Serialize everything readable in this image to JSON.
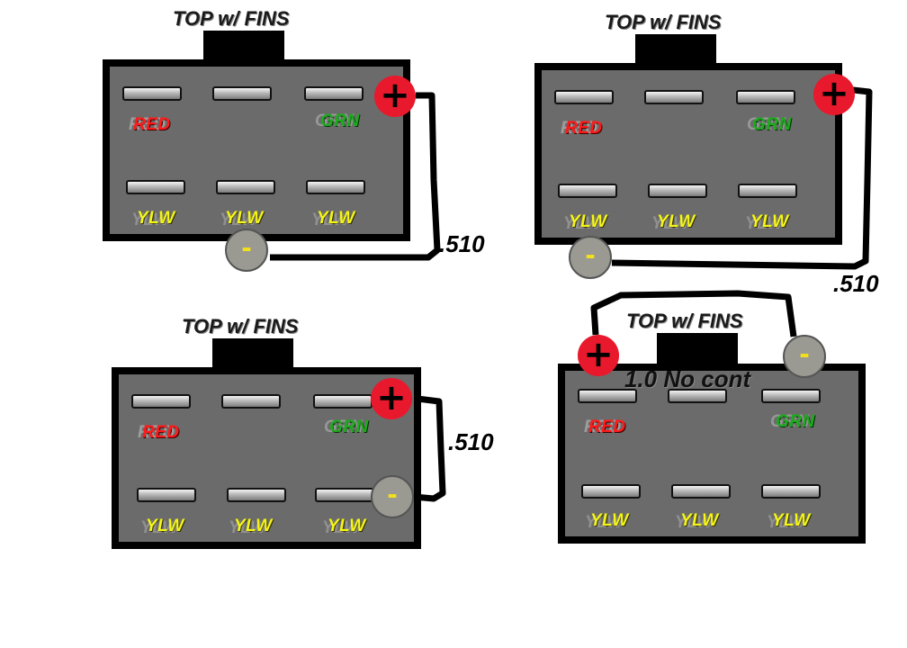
{
  "diagrams": [
    {
      "title": "TOP w/ FINS",
      "labels": {
        "red": "RED",
        "grn": "GRN",
        "ylw": [
          "YLW",
          "YLW",
          "YLW"
        ]
      },
      "plus": "+",
      "minus": "-",
      "measurement": ".510"
    },
    {
      "title": "TOP w/ FINS",
      "labels": {
        "red": "RED",
        "grn": "GRN",
        "ylw": [
          "YLW",
          "YLW",
          "YLW"
        ]
      },
      "plus": "+",
      "minus": "-",
      "measurement": ".510"
    },
    {
      "title": "TOP w/ FINS",
      "labels": {
        "red": "RED",
        "grn": "GRN",
        "ylw": [
          "YLW",
          "YLW",
          "YLW"
        ]
      },
      "plus": "+",
      "minus": "-",
      "measurement": ".510"
    },
    {
      "title": "TOP w/ FINS",
      "labels": {
        "red": "RED",
        "grn": "GRN",
        "ylw": [
          "YLW",
          "YLW",
          "YLW"
        ]
      },
      "plus": "+",
      "minus": "-",
      "measurement": "1.0 No cont"
    }
  ],
  "colors": {
    "housing": "#6b6b6b",
    "positive_probe": "#e8192c",
    "negative_probe": "#9a9a92",
    "red_label": "#ff1a1a",
    "green_label": "#1eaa1e",
    "yellow_label": "#f5f51a"
  }
}
